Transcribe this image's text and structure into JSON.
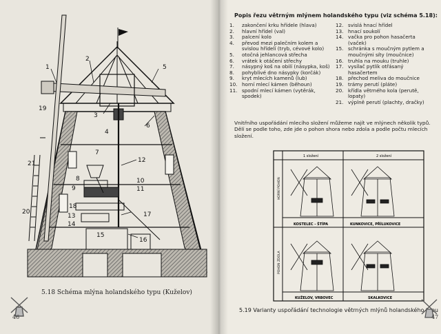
{
  "left_page": {
    "figure_callouts": [
      "1",
      "2",
      "3",
      "4",
      "5",
      "6",
      "7",
      "8",
      "9",
      "10",
      "11",
      "12",
      "13",
      "14",
      "15",
      "16",
      "17",
      "18",
      "19",
      "20",
      "21"
    ],
    "caption": "5.18 Schéma mlýna holandského typu (Kuželov)",
    "page_number": "46"
  },
  "right_page": {
    "title": "Popis řezu větrným mlýnem holandského typu (viz schéma 5.18):",
    "legend_left": [
      {
        "n": "1.",
        "t": "zakončení krku hřídele (hlava)"
      },
      {
        "n": "2.",
        "t": "hlavní hřídel (val)"
      },
      {
        "n": "3.",
        "t": "palcení kolo"
      },
      {
        "n": "4.",
        "t": "převod mezi palečním kolem a svislou hřídelí (tryb, cévové kolo)"
      },
      {
        "n": "5.",
        "t": "otočná jehlancová střecha"
      },
      {
        "n": "6.",
        "t": "vrátek k otáčení střechy"
      },
      {
        "n": "7.",
        "t": "násypný koš na obilí (násypka, koš)"
      },
      {
        "n": "8.",
        "t": "pohyblivé dno násypky (korčák)"
      },
      {
        "n": "9.",
        "t": "kryt mlecích kamenů (lub)"
      },
      {
        "n": "10.",
        "t": "horní mlecí kámen (běhoun)"
      },
      {
        "n": "11.",
        "t": "spodní mlecí kámen (vytěrák, spodek)"
      }
    ],
    "legend_right": [
      {
        "n": "12.",
        "t": "svislá hnací hřídel"
      },
      {
        "n": "13.",
        "t": "hnací soukolí"
      },
      {
        "n": "14.",
        "t": "vačka pro pohon hasačerta (vaček)"
      },
      {
        "n": "15.",
        "t": "schránka s moučným pytlem a moučnými síty (moučnice)"
      },
      {
        "n": "16.",
        "t": "truhla na mouku (truhle)"
      },
      {
        "n": "17.",
        "t": "vysílač pytlík otřásaný hasačertem"
      },
      {
        "n": "18.",
        "t": "přechod meliva do moučnice"
      },
      {
        "n": "19.",
        "t": "trámy perutí (pláte)"
      },
      {
        "n": "20.",
        "t": "křídla větrného kola (perutě, lopaty)"
      },
      {
        "n": "21.",
        "t": "výplně perutí (plachty, dračky)"
      }
    ],
    "paragraph": "Vnitřního uspořádání mlecího složení můžeme najít ve mlýnech několik typů. Dělí se podle toho, zde jde o pohon shora nebo zdola a podle počtu mlecích složení.",
    "variants": {
      "col1": "1 složení",
      "col2": "2 složení",
      "row1": "HORNÍ POHON",
      "row2": "POHON ZDOLA",
      "cells": [
        "KOSTELEC - ŠTÍPA",
        "KUNKOVICE, PŘÍLUKOVICE",
        "KUŽELOV, VRBOVEC",
        "SKALKOVICE"
      ]
    },
    "caption": "5.19 Varianty uspořádání technologie větrných mlýnů holandského typu",
    "page_number": "47"
  }
}
